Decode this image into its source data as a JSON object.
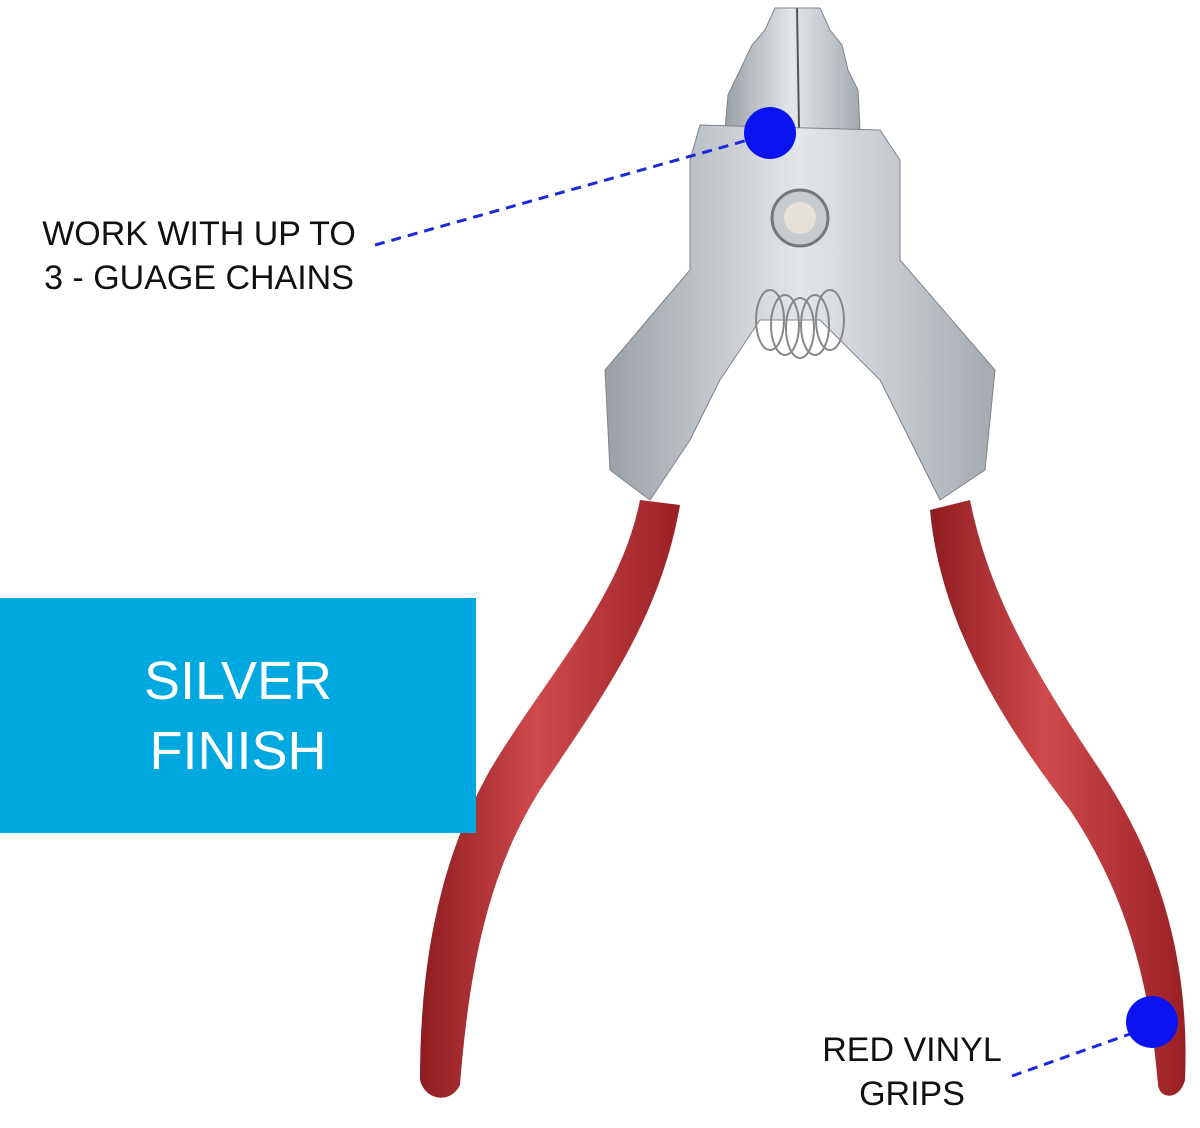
{
  "callouts": {
    "chains": {
      "line1": "WORK WITH UP TO",
      "line2": "3 - GUAGE CHAINS"
    },
    "grips": {
      "line1": "RED VINYL",
      "line2": "GRIPS"
    }
  },
  "promo": {
    "line1": "SILVER",
    "line2": "FINISH"
  },
  "colors": {
    "marker": "#0a14f0",
    "promo_bg": "#00a8e0",
    "grip": "#b52a2e",
    "metal": "#c8ccd0"
  }
}
